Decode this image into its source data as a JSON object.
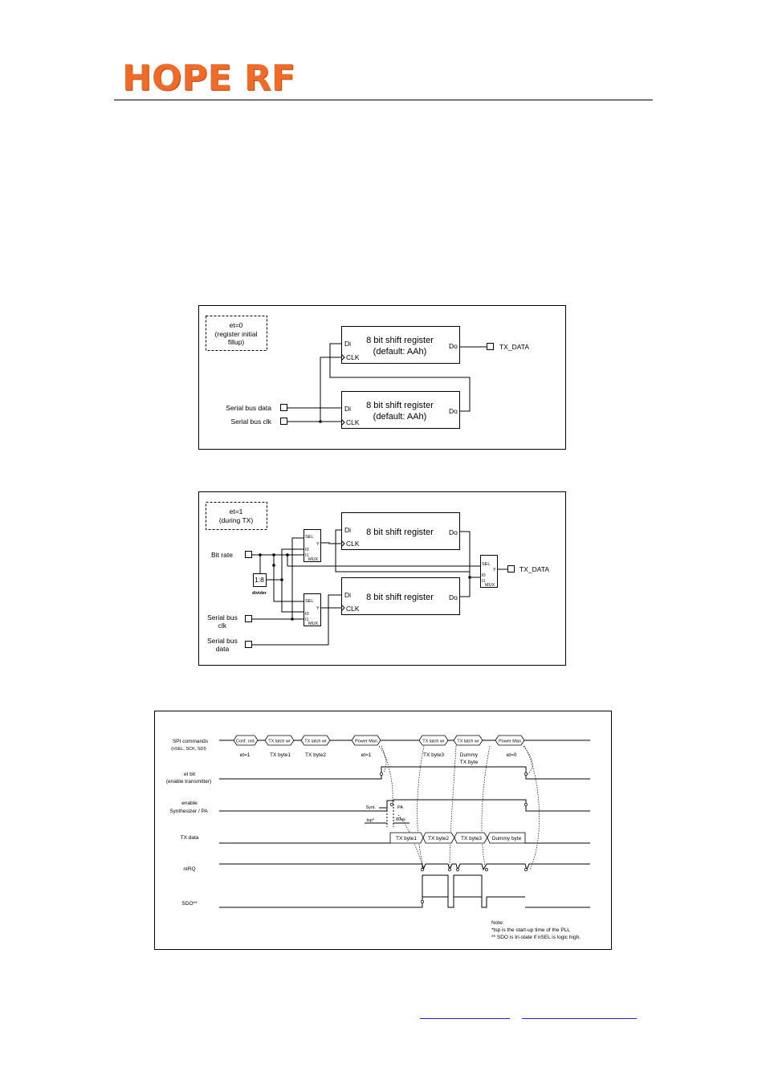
{
  "header": {
    "logo": "HOPE RF"
  },
  "diagram1": {
    "mode_line1": "et=0",
    "mode_line2": "(register initial",
    "mode_line3": "fillup)",
    "reg_title1": "8 bit shift register",
    "reg_default1": "(default: AAh)",
    "reg_title2": "8 bit shift register",
    "reg_default2": "(default: AAh)",
    "port_di": "Di",
    "port_do": "Do",
    "port_clk": "CLK",
    "tx_data": "TX_DATA",
    "serial_bus_data": "Serial bus data",
    "serial_bus_clk": "Serial bus clk"
  },
  "diagram2": {
    "mode_line1": "et=1",
    "mode_line2": "(during TX)",
    "reg_title": "8 bit shift register",
    "port_di": "Di",
    "port_do": "Do",
    "port_clk": "CLK",
    "bit_rate": "Bit rate",
    "divider_ratio": "1:8",
    "divider_label": "divider",
    "serial_bus": "Serial bus",
    "clk": "clk",
    "data": "data",
    "tx_data": "TX_DATA",
    "mux_sel": "SEL",
    "mux_y": "Y",
    "mux_i0": "I0",
    "mux_i1": "I1",
    "mux_name": "MUX"
  },
  "timing": {
    "rows": {
      "spi1": "SPI commands",
      "spi2": "(nSEL, SCK, SDI)",
      "et1": "et bit",
      "et2": "(enable transmitter)",
      "en1": "enable",
      "en2": "Synthesizer / PA",
      "txdata": "TX data",
      "nirq": "nIRQ",
      "sdo": "SDO**"
    },
    "commands": [
      "Conf. ord.",
      "TX latch wr",
      "TX latch wr",
      "Power Man",
      "TX latch wr",
      "TX latch wr",
      "Power Man"
    ],
    "cmd_labels": [
      "et=1",
      "TX byte1",
      "TX byte2",
      "et=1",
      "TX byte3",
      "Dummy",
      "TX byte",
      "et=0"
    ],
    "synt": "Synt.",
    "pa": "PA",
    "tsp": "tsp*",
    "t80us": "80us",
    "tx_bytes": [
      "TX byte1",
      "TX byte2",
      "TX byte3",
      "Dummy byte"
    ],
    "note_title": "Note:",
    "note1": "*tsp is the start-up time of the PLL",
    "note2": "** SDO is tri-state if nSEL is logic high."
  }
}
